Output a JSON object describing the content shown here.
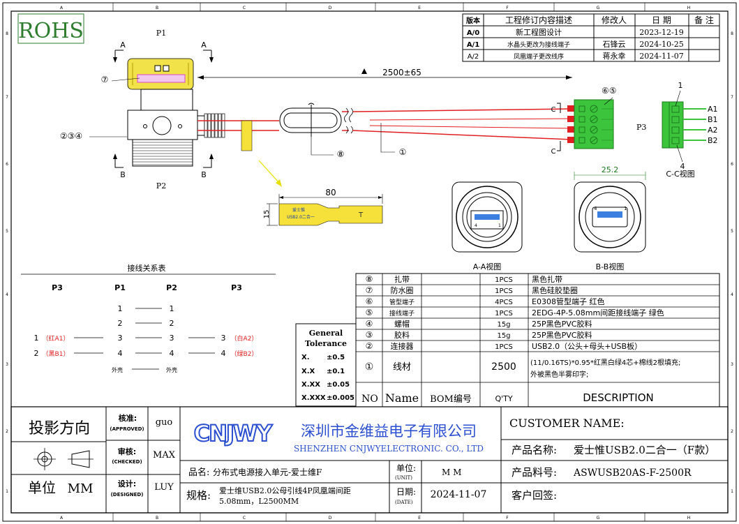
{
  "grid": {
    "cols": [
      "A",
      "B",
      "C",
      "D",
      "E",
      "F",
      "G",
      "H"
    ],
    "rows": [
      "8",
      "7",
      "6",
      "5",
      "4",
      "3",
      "2",
      "1"
    ]
  },
  "rohs": "ROHS",
  "revision": {
    "headers": [
      "版本",
      "工程修订内容描述",
      "修改人",
      "日 期",
      "备 注"
    ],
    "rows": [
      {
        "ver": "A/0",
        "desc": "新工程图设计",
        "by": "",
        "date": "2023-12-19",
        "note": ""
      },
      {
        "ver": "A/1",
        "desc": "水晶头更改为接线端子",
        "by": "石锋云",
        "date": "2024-10-25",
        "note": ""
      },
      {
        "ver": "A/2",
        "desc": "凤凰端子更改线序",
        "by": "蒋永幸",
        "date": "2024-11-07",
        "note": ""
      }
    ]
  },
  "drawing": {
    "p1": "P1",
    "p2": "P2",
    "p3": "P3",
    "section_a": "A",
    "section_b": "B",
    "callout_7": "⑦",
    "callout_234": "②③④",
    "callout_8": "⑧",
    "callout_1": "①",
    "callout_65": "⑥⑤",
    "length": "2500±65",
    "tag_len": "80",
    "tag_height": "15",
    "tag_line1": "爱士惟",
    "tag_line2": "USB2.0二合一",
    "tag_t": "T",
    "pin_1": "1",
    "pin_4": "4",
    "terminal_labels": [
      "A1",
      "B1",
      "A2",
      "B2"
    ],
    "cc_view": "C-C视图",
    "cc_width": "25.2",
    "aa_view": "A-A视图",
    "bb_view": "B-B视图",
    "usb_left_4": "4",
    "usb_right_1": "1",
    "bb_4": "4",
    "bb_1": "1"
  },
  "wiring": {
    "title": "接线关系表",
    "headers": [
      "P3",
      "P1",
      "P2",
      "P3"
    ],
    "rows": [
      {
        "p3l_num": "",
        "p3l_color": "",
        "p1": "1",
        "p2": "1",
        "p3r_num": "",
        "p3r_color": ""
      },
      {
        "p3l_num": "",
        "p3l_color": "",
        "p1": "2",
        "p2": "2",
        "p3r_num": "",
        "p3r_color": ""
      },
      {
        "p3l_num": "1",
        "p3l_color": "（红A1）",
        "p1": "3",
        "p2": "3",
        "p3r_num": "3",
        "p3r_color": "（白A2）"
      },
      {
        "p3l_num": "2",
        "p3l_color": "（黑B1）",
        "p1": "4",
        "p2": "4",
        "p3r_num": "4",
        "p3r_color": "（绿B2）"
      },
      {
        "p3l_num": "",
        "p3l_color": "",
        "p1": "外壳",
        "p2": "外壳",
        "p3r_num": "",
        "p3r_color": ""
      }
    ]
  },
  "tolerance": {
    "title1": "General",
    "title2": "Tolerance",
    "rows": [
      {
        "k": "X.",
        "v": "±0.5"
      },
      {
        "k": "X.X",
        "v": "±0.1"
      },
      {
        "k": "X.XX",
        "v": "±0.05"
      },
      {
        "k": "X.XXX",
        "v": "±0.005"
      }
    ]
  },
  "bom": {
    "rows": [
      {
        "no": "⑧",
        "name": "扎带",
        "code": "",
        "qty": "1PCS",
        "desc": "黑色扎带"
      },
      {
        "no": "⑦",
        "name": "防水圈",
        "code": "",
        "qty": "1PCS",
        "desc": "黑色硅胶垫圈"
      },
      {
        "no": "⑥",
        "name": "管型端子",
        "code": "",
        "qty": "4PCS",
        "desc": "E0308管型端子 红色"
      },
      {
        "no": "⑤",
        "name": "接线端子",
        "code": "",
        "qty": "1PCS",
        "desc": "2EDG-4P-5.08mm间距接线端子 绿色"
      },
      {
        "no": "④",
        "name": "螺帽",
        "code": "",
        "qty": "15g",
        "desc": "25P黑色PVC胶料"
      },
      {
        "no": "③",
        "name": "胶料",
        "code": "",
        "qty": "15g",
        "desc": "25P黑色PVC胶料"
      },
      {
        "no": "②",
        "name": "连接器",
        "code": "",
        "qty": "1PCS",
        "desc": "USB2.0（公头+母头+USB板）"
      },
      {
        "no": "①",
        "name": "线材",
        "code": "",
        "qty": "2500",
        "desc1": "(11/0.16TS)*0.95*红黑白绿4芯+棉线2根填充;",
        "desc2": "外被黑色半雾印字;"
      }
    ],
    "header": {
      "no": "NO",
      "name": "Name",
      "code": "BOM编号",
      "qty": "Q'TY",
      "desc": "DESCRIPTION"
    }
  },
  "title_block": {
    "projection": "投影方向",
    "unit_label": "单位",
    "unit_value": "MM",
    "approved_cn": "核准:",
    "approved_en": "(APPROVED)",
    "approved_by": "guo",
    "checked_cn": "审核:",
    "checked_en": "(CHECKED)",
    "checked_by": "MAX",
    "designed_cn": "设计:",
    "designed_en": "(DESIGNED)",
    "designed_by": "LUY",
    "logo": "CNJWY",
    "company_cn": "深圳市金维益电子有限公司",
    "company_en": "SHENZHEN CNJWYELECTRONIC. CO., LTD",
    "product_name_label": "品名:",
    "product_name": "分布式电源接入单元-爱士维F",
    "spec_label": "规格:",
    "spec1": "爱士维USB2.0公母引线4P凤凰端间距",
    "spec2": "5.08mm，L2500MM",
    "unit2_cn": "单位:",
    "unit2_en": "(UNIT)",
    "unit2_value": "M M",
    "date_cn": "日期:",
    "date_en": "(DATE)",
    "date_value": "2024-11-07",
    "customer_name": "CUSTOMER NAME:",
    "product_label": "产品名称:",
    "product_value": "爱士惟USB2.0二合一（F款）",
    "part_label": "产品料号:",
    "part_value": "ASWUSB20AS-F-2500R",
    "customer_reply": "客户回签:"
  },
  "colors": {
    "rohs": "#2e7d2e",
    "company": "#2b4fd0",
    "wire_red": "#e02020",
    "tag_yellow": "#f5e13a",
    "terminal_green": "#3cc43c",
    "grommet_yellow": "#f2e24a",
    "grommet_pink": "#e060c0",
    "usb_blue": "#3b7fe0"
  }
}
